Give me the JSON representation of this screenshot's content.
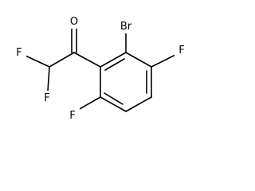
{
  "molecule": {
    "atoms": {
      "carbonyl_oxygen": "O",
      "bromine": "Br",
      "fluorine_ring_right": "F",
      "fluorine_ring_bottom": "F",
      "fluorine_chain_left": "F",
      "fluorine_chain_bottom": "F"
    }
  }
}
